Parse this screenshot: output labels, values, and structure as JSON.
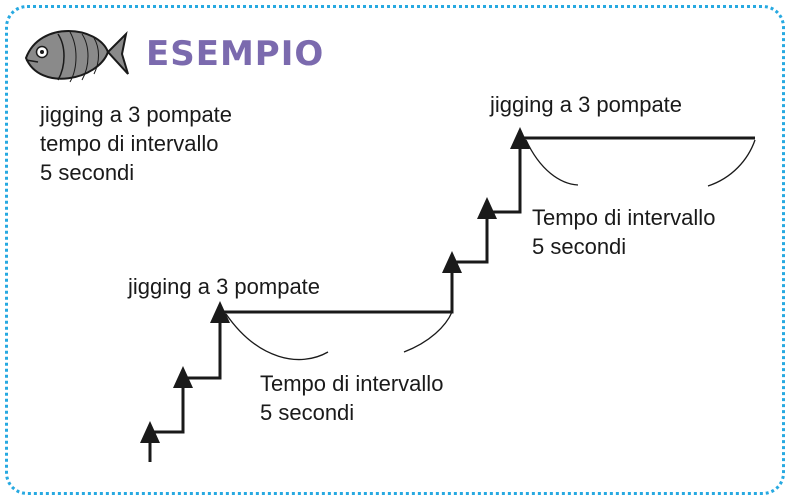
{
  "header": {
    "title": "ESEMPIO",
    "icon": "fish-icon"
  },
  "legend": {
    "line1": "jigging a 3 pompate",
    "line2": "tempo di intervallo",
    "line3": "5 secondi"
  },
  "steps": [
    {
      "label": "jigging a 3 pompate",
      "interval_line1": "Tempo di intervallo",
      "interval_line2": "5 secondi"
    },
    {
      "label": "jigging a 3 pompate",
      "interval_line1": "Tempo di intervallo",
      "interval_line2": "5 secondi"
    }
  ],
  "colors": {
    "border": "#27a9e1",
    "title": "#7b6aae",
    "stroke": "#1a1a1a"
  }
}
